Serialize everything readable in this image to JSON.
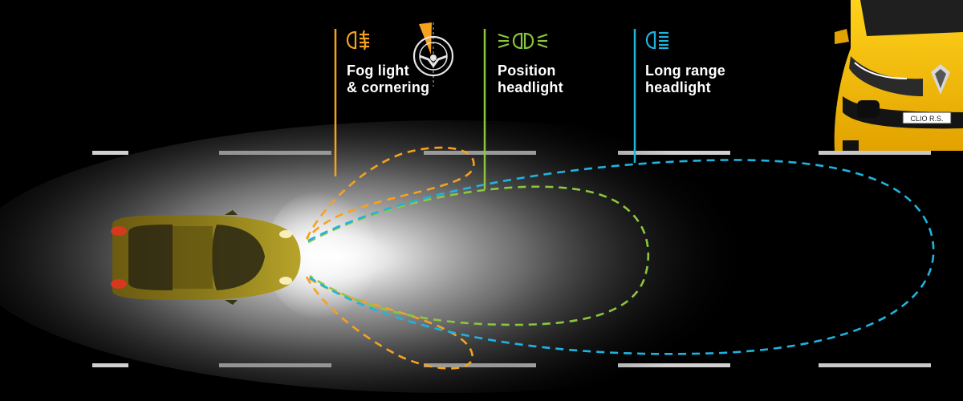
{
  "colors": {
    "fog": "#f6a21e",
    "position": "#8cc63f",
    "long_range": "#1fb3e0",
    "car_yellow": "#f2b705",
    "road_mark": "#d9d9d9",
    "background": "#000000"
  },
  "legend": {
    "fog": {
      "line1": "Fog light",
      "line2": "& cornering",
      "icon": "fog-light-icon",
      "extra_icon": "steering-wheel-icon"
    },
    "position": {
      "line1": "Position",
      "line2": "headlight",
      "icon": "position-light-icon"
    },
    "long_range": {
      "line1": "Long range",
      "line2": "headlight",
      "icon": "high-beam-icon"
    }
  },
  "car_badge": "CLIO R.S."
}
